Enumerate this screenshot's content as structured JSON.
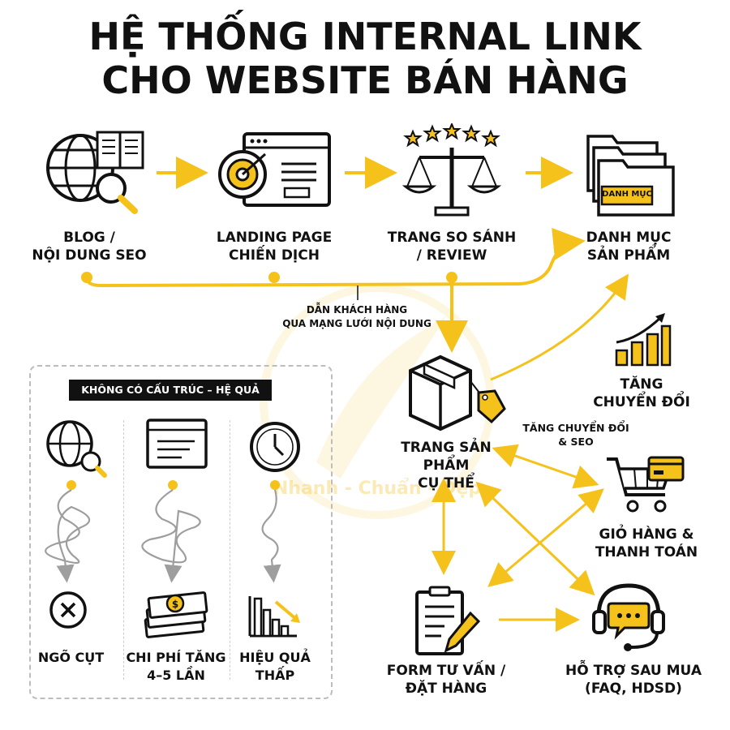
{
  "title": "HỆ THỐNG INTERNAL LINK\nCHO WEBSITE BÁN HÀNG",
  "colors": {
    "accent": "#F5C21B",
    "ink": "#111111",
    "muted": "#9E9E9E"
  },
  "top_flow": {
    "blog": "BLOG /\nNỘI DUNG SEO",
    "landing": "LANDING PAGE\nCHIẾN DỊCH",
    "review": "TRANG SO SÁNH\n/ REVIEW",
    "category": "DANH MỤC\nSẢN PHẨM",
    "category_tag": "DANH MỤC"
  },
  "flow_caption": "DẪN KHÁCH HÀNG\nQUA MẠNG LƯỚI NỘI DUNG",
  "right_flow": {
    "product": "TRANG SẢN PHẨM\nCỤ THỂ",
    "conversion": "TĂNG\nCHUYỂN ĐỔI",
    "conv_seo": "TĂNG CHUYỂN ĐỔI\n& SEO",
    "cart": "GIỎ HÀNG &\nTHANH TOÁN",
    "form": "FORM TƯ VẤN /\nĐẶT HÀNG",
    "support": "HỖ TRỢ SAU MUA\n(FAQ, HDSD)"
  },
  "problem_box": {
    "badge": "KHÔNG CÓ CẤU TRÚC – HỆ QUẢ",
    "items": [
      {
        "label": "NGÕ CỤT",
        "icon": "x-circle-icon"
      },
      {
        "label": "CHI PHÍ TĂNG\n4–5 LẦN",
        "icon": "money-stack-icon"
      },
      {
        "label": "HIỆU QUẢ\nTHẤP",
        "icon": "declining-bars-icon"
      }
    ]
  },
  "watermark": "Nhanh - Chuẩn - Đẹp"
}
